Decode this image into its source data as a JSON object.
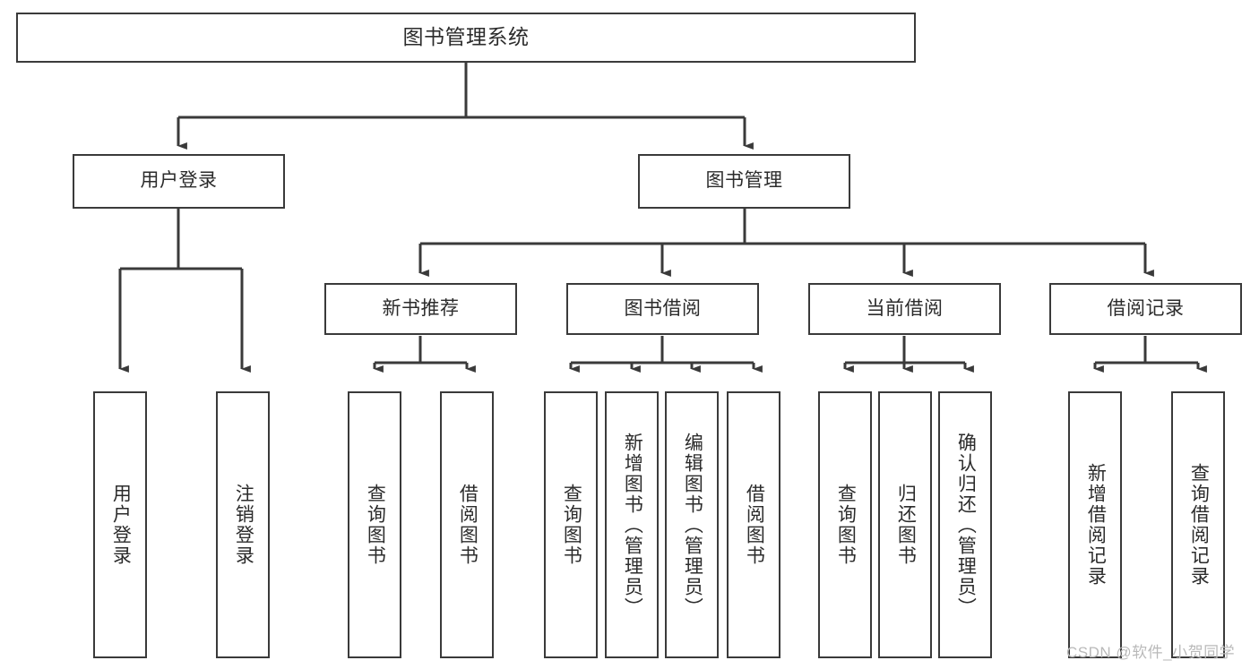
{
  "diagram": {
    "type": "tree",
    "title": "图书管理系统",
    "watermark": "CSDN @软件_小贺同学",
    "colors": {
      "background": "#ffffff",
      "node_border": "#3a3a3a",
      "node_fill": "#ffffff",
      "text": "#2b2b2b",
      "connector": "#3a3a3a",
      "watermark": "#b9b9b9"
    },
    "nodes": {
      "root": {
        "label": "图书管理系统",
        "level": 0,
        "orientation": "horizontal"
      },
      "l1": [
        {
          "id": "user-login",
          "label": "用户登录",
          "level": 1,
          "orientation": "horizontal"
        },
        {
          "id": "book-manage",
          "label": "图书管理",
          "level": 1,
          "orientation": "horizontal"
        }
      ],
      "l2": [
        {
          "id": "new-book-rec",
          "label": "新书推荐",
          "level": 2,
          "orientation": "horizontal"
        },
        {
          "id": "book-borrow",
          "label": "图书借阅",
          "level": 2,
          "orientation": "horizontal"
        },
        {
          "id": "current-borrow",
          "label": "当前借阅",
          "level": 2,
          "orientation": "horizontal"
        },
        {
          "id": "borrow-record",
          "label": "借阅记录",
          "level": 2,
          "orientation": "horizontal"
        }
      ],
      "l3": [
        {
          "id": "leaf-user-login",
          "label": "用户登录",
          "level": 3,
          "orientation": "vertical",
          "parent": "user-login"
        },
        {
          "id": "leaf-logout",
          "label": "注销登录",
          "level": 3,
          "orientation": "vertical",
          "parent": "user-login"
        },
        {
          "id": "leaf-query-book-1",
          "label": "查询图书",
          "level": 3,
          "orientation": "vertical",
          "parent": "new-book-rec"
        },
        {
          "id": "leaf-borrow-book-1",
          "label": "借阅图书",
          "level": 3,
          "orientation": "vertical",
          "parent": "new-book-rec"
        },
        {
          "id": "leaf-query-book-2",
          "label": "查询图书",
          "level": 3,
          "orientation": "vertical",
          "parent": "book-borrow"
        },
        {
          "id": "leaf-add-book",
          "label": "新增图书（管理员）",
          "level": 3,
          "orientation": "vertical",
          "parent": "book-borrow"
        },
        {
          "id": "leaf-edit-book",
          "label": "编辑图书（管理员）",
          "level": 3,
          "orientation": "vertical",
          "parent": "book-borrow"
        },
        {
          "id": "leaf-borrow-book-2",
          "label": "借阅图书",
          "level": 3,
          "orientation": "vertical",
          "parent": "book-borrow"
        },
        {
          "id": "leaf-query-book-3",
          "label": "查询图书",
          "level": 3,
          "orientation": "vertical",
          "parent": "current-borrow"
        },
        {
          "id": "leaf-return-book",
          "label": "归还图书",
          "level": 3,
          "orientation": "vertical",
          "parent": "current-borrow"
        },
        {
          "id": "leaf-confirm-return",
          "label": "确认归还（管理员）",
          "level": 3,
          "orientation": "vertical",
          "parent": "current-borrow"
        },
        {
          "id": "leaf-add-record",
          "label": "新增借阅记录",
          "level": 3,
          "orientation": "vertical",
          "parent": "borrow-record"
        },
        {
          "id": "leaf-query-record",
          "label": "查询借阅记录",
          "level": 3,
          "orientation": "vertical",
          "parent": "borrow-record"
        }
      ]
    }
  }
}
